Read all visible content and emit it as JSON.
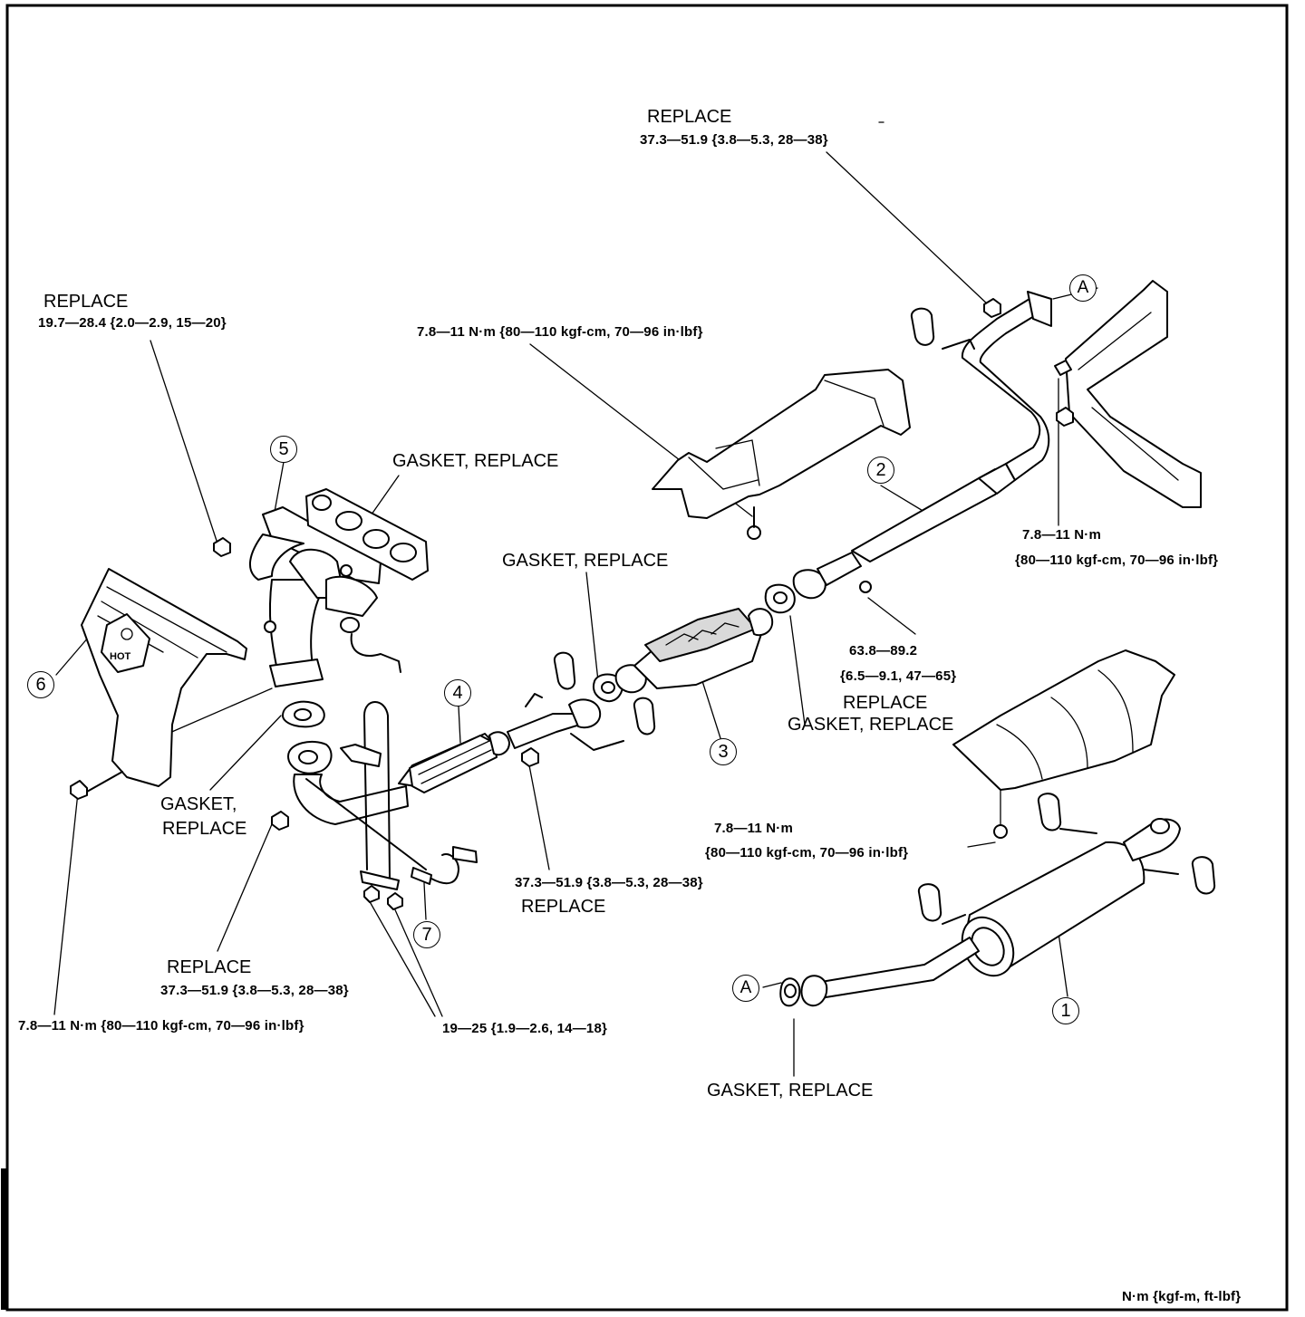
{
  "callouts": {
    "replace_top": "REPLACE",
    "torque_top": "37.3—51.9 {3.8—5.3, 28—38}",
    "replace_manifold_nut": "REPLACE",
    "torque_manifold_nut": "19.7—28.4 {2.0—2.9, 15—20}",
    "torque_insulator_mid": "7.8—11 N·m {80—110 kgf-cm, 70—96 in·lbf}",
    "gasket_manifold": "GASKET, REPLACE",
    "gasket_converter_front": "GASKET, REPLACE",
    "torque_bracket_line1": "7.8—11 N·m",
    "torque_bracket_line2": "{80—110 kgf-cm, 70—96 in·lbf}",
    "torque_flange_line1": "63.8—89.2",
    "torque_flange_line2": "{6.5—9.1, 47—65}",
    "replace_flange": "REPLACE",
    "gasket_flange": "GASKET, REPLACE",
    "torque_rear_insulator_line1": "7.8—11 N·m",
    "torque_rear_insulator_line2": "{80—110 kgf-cm, 70—96 in·lbf}",
    "gasket_under_line1": "GASKET,",
    "gasket_under_line2": "REPLACE",
    "torque_presilencer_nut": "37.3—51.9 {3.8—5.3, 28—38}",
    "replace_presilencer_nut": "REPLACE",
    "replace_lower": "REPLACE",
    "torque_lower": "37.3—51.9 {3.8—5.3, 28—38}",
    "torque_heat_shield_bolt": "7.8—11 N·m {80—110 kgf-cm, 70—96 in·lbf}",
    "torque_sensor_nuts": "19—25 {1.9—2.6, 14—18}",
    "gasket_rear": "GASKET, REPLACE",
    "units": "N·m {kgf-m, ft-lbf}"
  },
  "part_numbers": [
    "1",
    "2",
    "3",
    "4",
    "5",
    "6",
    "7"
  ],
  "reference_marks": [
    "A",
    "A"
  ],
  "hot_label": "HOT"
}
